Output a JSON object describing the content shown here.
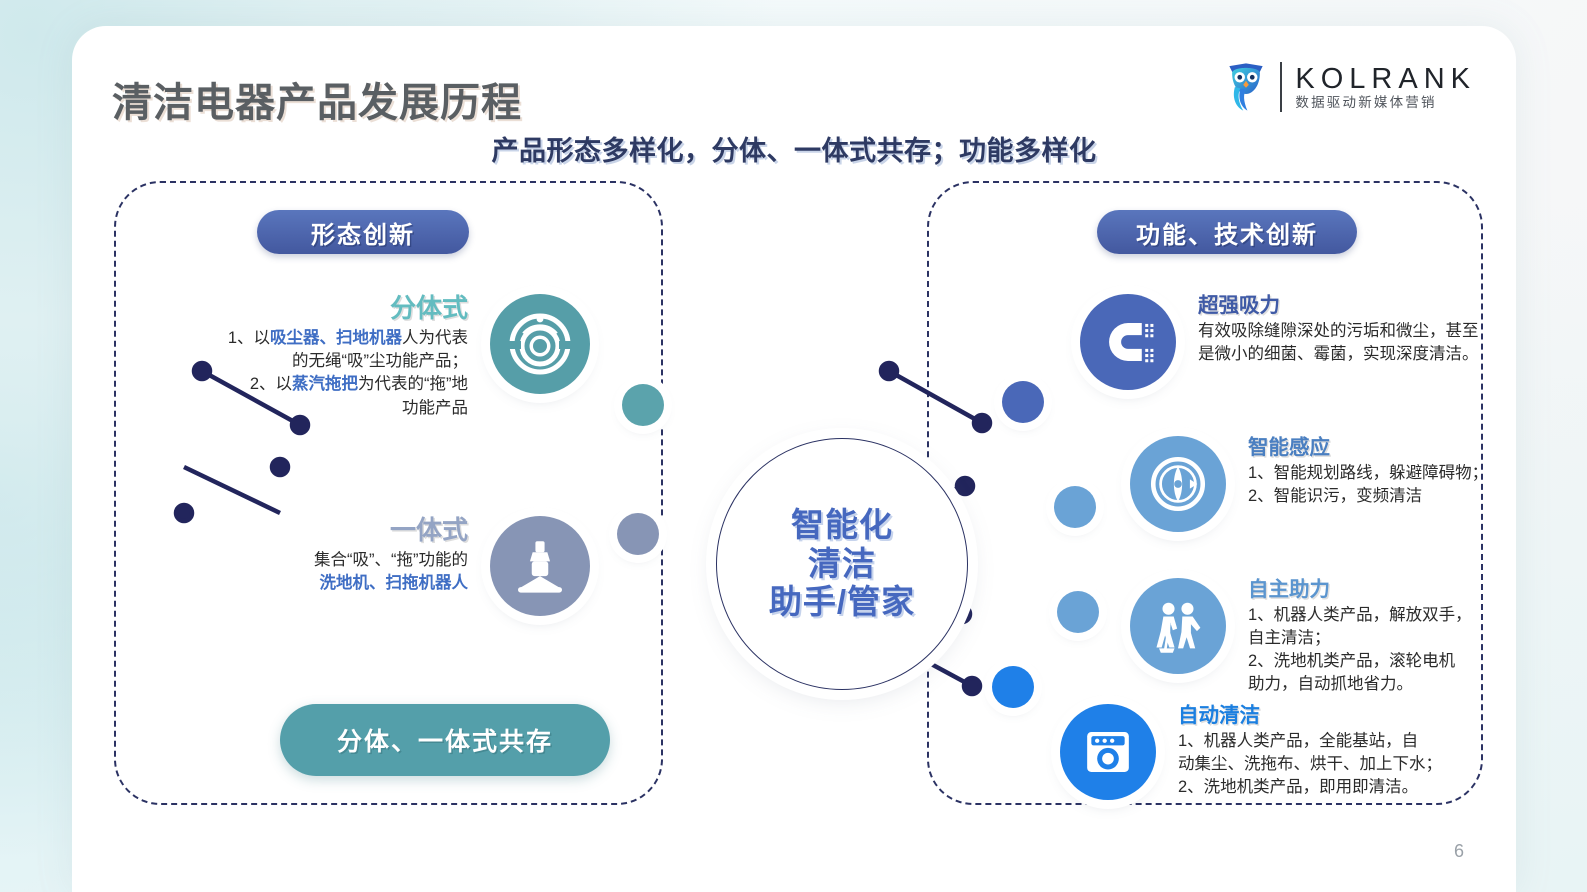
{
  "page": {
    "title": "清洁电器产品发展历程",
    "subtitle": "产品形态多样化，分体、一体式共存；功能多样化",
    "page_number": "6"
  },
  "logo": {
    "name": "KOLRANK",
    "tagline": "数据驱动新媒体营销",
    "icon": "owl-icon"
  },
  "center": {
    "text": "智能化\n清洁\n助手/管家"
  },
  "left_panel": {
    "badge": "形态创新",
    "pill": "分体、一体式共存",
    "items": [
      {
        "heading": "分体式",
        "heading_color": "#63bcc0",
        "body_html": "1、以<b>吸尘器、扫地机器</b>人为代表\n的无绳“吸”尘功能产品；\n2、以<b>蒸汽拖把</b>为代表的“拖”地\n功能产品",
        "icon": "robot-vacuum-icon",
        "icon_color": "#569ea8"
      },
      {
        "heading": "一体式",
        "heading_color": "#94a4c4",
        "body_html": "集合“吸”、“拖”功能的\n<b>洗地机、扫拖机器人</b>",
        "icon": "upright-vacuum-icon",
        "icon_color": "#8795b5"
      }
    ]
  },
  "right_panel": {
    "badge": "功能、技术创新",
    "items": [
      {
        "heading": "超强吸力",
        "heading_color": "#3f5aa6",
        "body": "有效吸除缝隙深处的污垢和微尘，甚至\n是微小的细菌、霉菌，实现深度清洁。",
        "icon": "magnet-icon",
        "icon_color": "#4a68b8"
      },
      {
        "heading": "智能感应",
        "heading_color": "#4a7fc1",
        "body": "1、智能规划路线，躲避障碍物；\n2、智能识污，变频清洁",
        "icon": "compass-icon",
        "icon_color": "#6aa3d6"
      },
      {
        "heading": "自主助力",
        "heading_color": "#5b95cf",
        "body": "1、机器人类产品，解放双手，\n自主清洁；\n2、洗地机类产品，滚轮电机\n助力，自动抓地省力。",
        "icon": "two-people-cleaning-icon",
        "icon_color": "#6aa3d6"
      },
      {
        "heading": "自动清洁",
        "heading_color": "#1b7fe0",
        "body": "1、机器人类产品，全能基站，自\n动集尘、洗拖布、烘干、加上下水；\n2、洗地机类产品，即用即清洁。",
        "icon": "washing-station-icon",
        "icon_color": "#1f80e8"
      }
    ]
  },
  "nodes": [
    {
      "name": "node-left-top",
      "color": "#5ba3ac"
    },
    {
      "name": "node-left-bottom",
      "color": "#8795b5"
    },
    {
      "name": "node-right-1",
      "color": "#4a68b8"
    },
    {
      "name": "node-right-2",
      "color": "#6aa3d6"
    },
    {
      "name": "node-right-3",
      "color": "#6aa3d6"
    },
    {
      "name": "node-right-4",
      "color": "#1f80e8"
    }
  ],
  "colors": {
    "accent_navy": "#2b3263",
    "accent_teal": "#549faa",
    "accent_blue": "#4668bf"
  }
}
